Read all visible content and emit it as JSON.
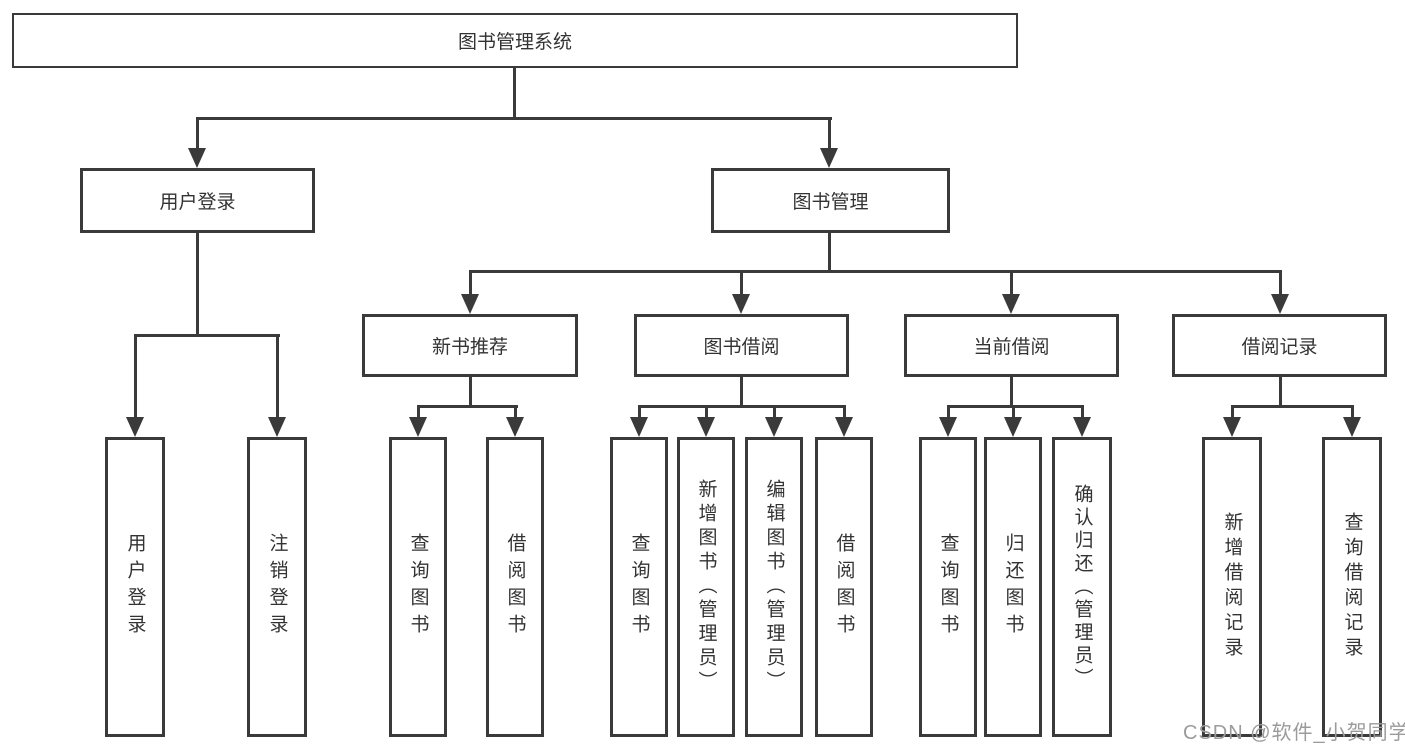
{
  "diagram": {
    "type": "tree",
    "root": {
      "label": "图书管理系统"
    },
    "branches": [
      {
        "label": "用户登录",
        "children": [
          {
            "label": "用户登录"
          },
          {
            "label": "注销登录"
          }
        ]
      },
      {
        "label": "图书管理",
        "children": [
          {
            "label": "新书推荐",
            "children": [
              {
                "label": "查询图书"
              },
              {
                "label": "借阅图书"
              }
            ]
          },
          {
            "label": "图书借阅",
            "children": [
              {
                "label": "查询图书"
              },
              {
                "label": "新增图书（管理员）"
              },
              {
                "label": "编辑图书（管理员）"
              },
              {
                "label": "借阅图书"
              }
            ]
          },
          {
            "label": "当前借阅",
            "children": [
              {
                "label": "查询图书"
              },
              {
                "label": "归还图书"
              },
              {
                "label": "确认归还（管理员）"
              }
            ]
          },
          {
            "label": "借阅记录",
            "children": [
              {
                "label": "新增借阅记录"
              },
              {
                "label": "查询借阅记录"
              }
            ]
          }
        ]
      }
    ]
  },
  "watermark": {
    "text": "CSDN @软件_小贺同学"
  },
  "colors": {
    "line": "#3a3a3a",
    "text": "#333333",
    "watermark": "#9b9b9b",
    "background": "#ffffff"
  }
}
